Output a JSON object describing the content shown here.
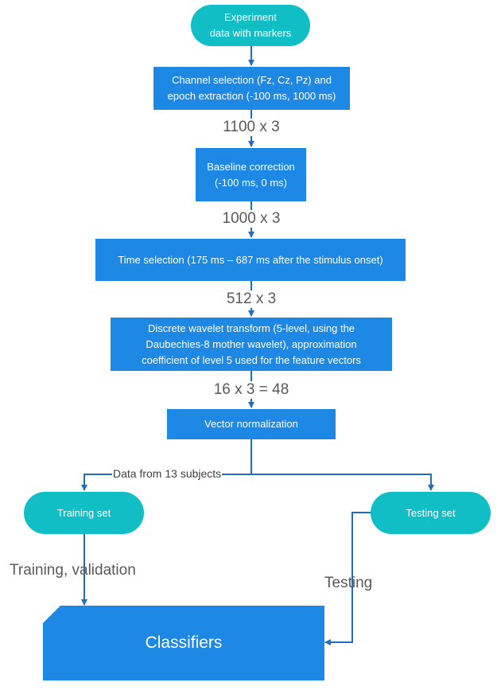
{
  "nodes": {
    "experiment": "Experiment\ndata with markers",
    "channel_selection": "Channel selection (Fz, Cz, Pz) and\nepoch extraction (-100 ms, 1000 ms)",
    "baseline": "Baseline correction\n(-100 ms, 0 ms)",
    "time_selection": "Time selection (175 ms – 687 ms after the stimulus onset)",
    "dwt": "Discrete wavelet transform (5-level, using the\nDaubechies-8 mother wavelet), approximation\ncoefficient of level 5 used for the feature vectors",
    "vector_norm": "Vector normalization",
    "training_set": "Training set",
    "testing_set": "Testing set",
    "classifiers": "Classifiers"
  },
  "dimensions": {
    "d1": "1100 x 3",
    "d2": "1000 x 3",
    "d3": "512 x 3",
    "d4": "16 x 3 = 48"
  },
  "edge_labels": {
    "split": "Data from 13 subjects",
    "training": "Training, validation",
    "testing": "Testing"
  },
  "colors": {
    "box": "#1e88e5",
    "pill": "#12bec6",
    "arrow": "#1e6fc4",
    "dim_text": "#595959"
  }
}
